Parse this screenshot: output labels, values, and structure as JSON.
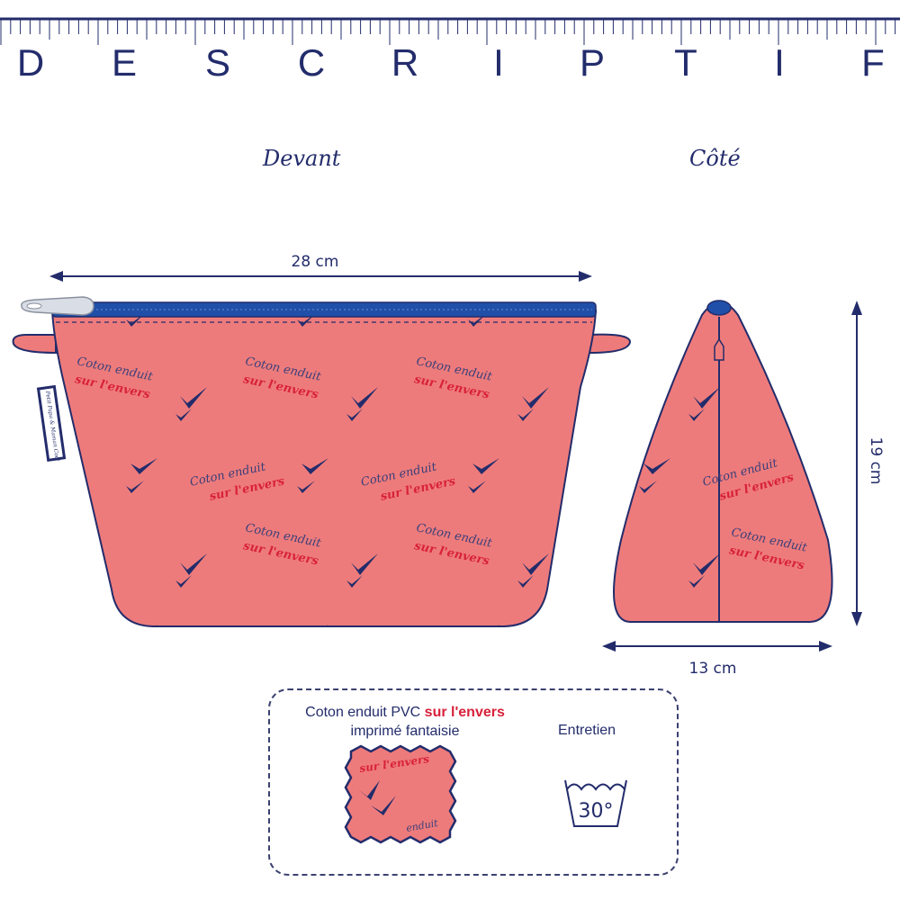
{
  "title_letters": [
    "D",
    "E",
    "S",
    "C",
    "R",
    "I",
    "P",
    "T",
    "I",
    "F"
  ],
  "views": {
    "front": "Devant",
    "side": "Côté"
  },
  "dimensions": {
    "width": "28 cm",
    "height": "19 cm",
    "depth": "13 cm"
  },
  "label_tag": "Petit Papa & Maman Cool",
  "print": {
    "line1": "Coton enduit",
    "line2": "sur l'envers",
    "fragment1": "enduit",
    "fragment2": "Coton"
  },
  "legend": {
    "fabric_part1": "Coton enduit  PVC ",
    "fabric_highlight": "sur l'envers",
    "fabric_line2": "imprimé fantaisie",
    "care_title": "Entretien",
    "wash_temp": "30°"
  },
  "colors": {
    "navy": "#232c6b",
    "fabric": "#ee7b7b",
    "red_text": "#d8213a",
    "zip": "#1f4fa8"
  }
}
